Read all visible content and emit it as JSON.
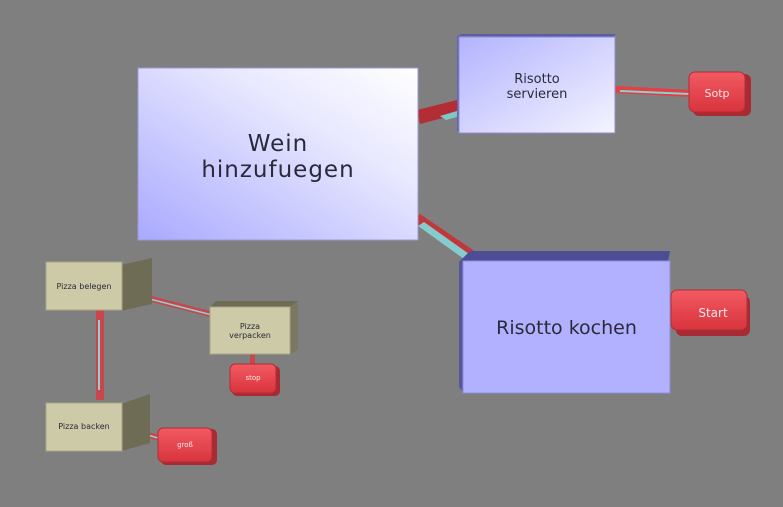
{
  "nodes": {
    "wein": {
      "label": "Wein\nhinzufuegen"
    },
    "risotto_servieren": {
      "label": "Risotto\nservieren"
    },
    "risotto_kochen": {
      "label": "Risotto kochen"
    },
    "pizza_belegen": {
      "label": "Pizza belegen"
    },
    "pizza_verpacken": {
      "label": "Pizza\nverpacken"
    },
    "pizza_backen": {
      "label": "Pizza backen"
    }
  },
  "buttons": {
    "stop": {
      "label": "Sotp"
    },
    "start": {
      "label": "Start"
    },
    "pizza_stop": {
      "label": "stop"
    },
    "pizza_groß": {
      "label": "groß"
    }
  },
  "colors": {
    "background": "#7f7f7f",
    "node_blue": "#b3b3ff",
    "node_tan": "#cdcaa8",
    "button_red": "#e63c46",
    "connector_red": "#c0383c",
    "connector_cyan": "#7fc8c8"
  }
}
